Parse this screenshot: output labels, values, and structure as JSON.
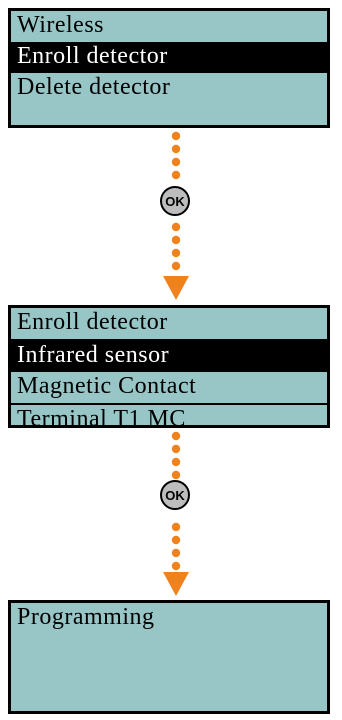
{
  "screens": [
    {
      "rows": [
        {
          "label": "Wireless",
          "selected": false
        },
        {
          "label": "Enroll detector",
          "selected": true
        },
        {
          "label": "Delete detector",
          "selected": false
        }
      ]
    },
    {
      "rows": [
        {
          "label": "Enroll detector",
          "selected": false
        },
        {
          "label": "Infrared sensor",
          "selected": true
        },
        {
          "label": "Magnetic Contact",
          "selected": false
        },
        {
          "label": "Terminal T1 MC",
          "selected": false
        }
      ]
    },
    {
      "rows": [
        {
          "label": "Programming",
          "selected": false
        }
      ]
    }
  ],
  "buttons": {
    "ok_label": "OK"
  },
  "colors": {
    "lcd_background": "#98c5c6",
    "selected_background": "#000000",
    "selected_text": "#ffffff",
    "arrow": "#f0821e"
  }
}
